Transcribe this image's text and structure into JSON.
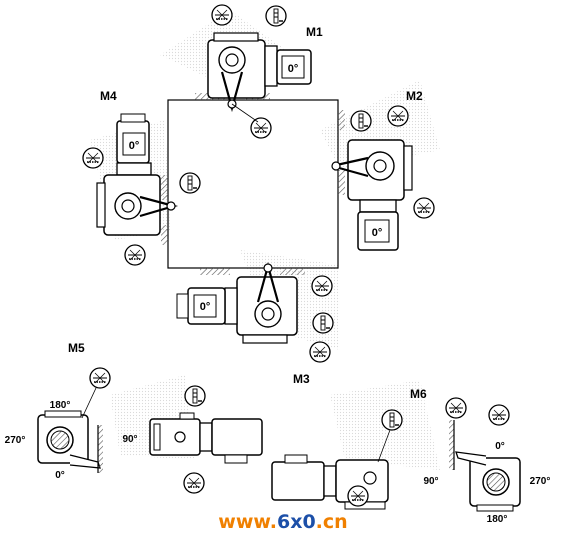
{
  "positions": {
    "m1": "M1",
    "m2": "M2",
    "m3": "M3",
    "m4": "M4",
    "m5": "M5",
    "m6": "M6"
  },
  "motor_angle": "0°",
  "m5_angles": {
    "top": "180°",
    "left": "270°",
    "right": "90°",
    "bottom": "0°"
  },
  "m6_angles": {
    "top": "0°",
    "left": "90°",
    "right": "270°",
    "bottom": "180°"
  },
  "watermark": {
    "prefix": "www.",
    "brand": "6x0",
    "suffix": ".cn"
  },
  "colors": {
    "ink": "#000000",
    "hatch": "#555555",
    "gear_fill": "#d9d9d9",
    "watermark_orange": "#f08000",
    "watermark_blue": "#1c4fa8"
  }
}
